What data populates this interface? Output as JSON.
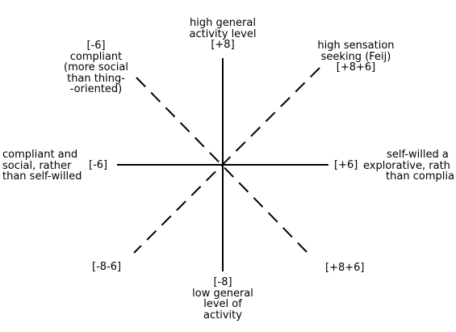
{
  "diagram": {
    "top": {
      "lines": [
        "high general",
        "activity level",
        "[+8]"
      ]
    },
    "bottom": {
      "lines": [
        "[-8]",
        "low general",
        "level of",
        "activity"
      ]
    },
    "upper_left": {
      "lines": [
        "[-6]",
        "compliant",
        "(more social",
        "than thing-",
        "-oriented)"
      ]
    },
    "upper_right": {
      "lines": [
        "high sensation",
        "seeking (Feij)",
        "[+8+6]"
      ]
    },
    "left": {
      "lines": [
        "compliant and",
        "social, rather",
        "than self-willed"
      ],
      "value": "[-6]"
    },
    "right": {
      "value": "[+6]",
      "lines": [
        "self-willed a",
        "explorative, rath",
        "than complia"
      ]
    },
    "lower_left": {
      "value": "[-8-6]"
    },
    "lower_right": {
      "value": "[+8+6]"
    }
  }
}
